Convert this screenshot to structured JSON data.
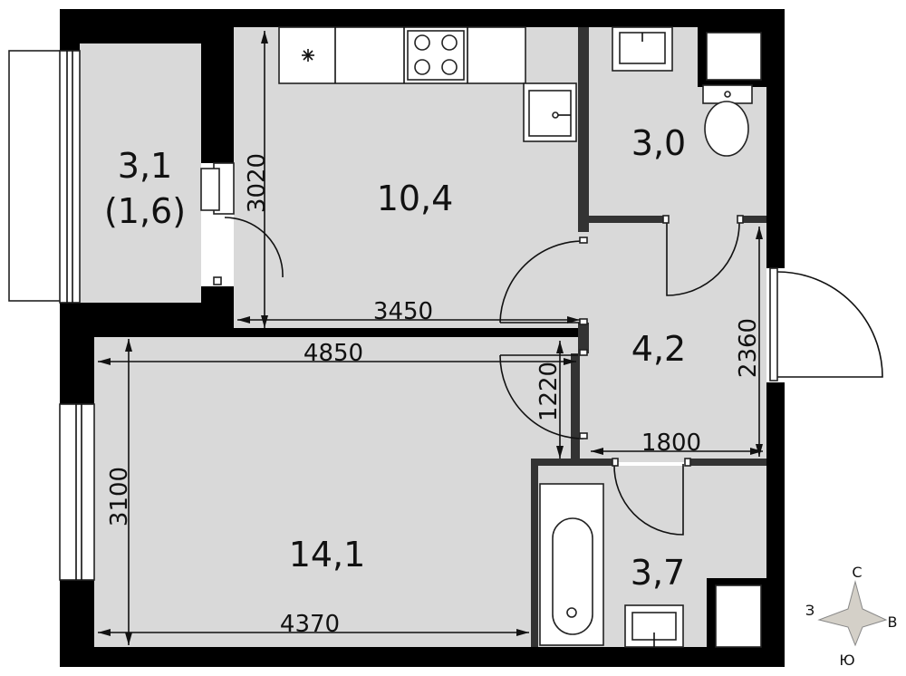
{
  "rooms": [
    {
      "id": "balcony",
      "area": "3,1",
      "sub": "(1,6)"
    },
    {
      "id": "kitchen",
      "area": "10,4"
    },
    {
      "id": "toilet",
      "area": "3,0"
    },
    {
      "id": "hall",
      "area": "4,2"
    },
    {
      "id": "living",
      "area": "14,1"
    },
    {
      "id": "bath",
      "area": "3,7"
    }
  ],
  "dimensions": {
    "d3020": "3020",
    "d3450": "3450",
    "d4850": "4850",
    "d3100": "3100",
    "d4370": "4370",
    "d1220": "1220",
    "d1800": "1800",
    "d2360": "2360"
  },
  "compass": {
    "north": "С",
    "south": "Ю",
    "west": "З",
    "east": "В"
  },
  "icons": {
    "stove": "stove-icon",
    "fan": "fan-icon",
    "sink": "sink-icon",
    "toilet": "toilet-icon",
    "bathtub": "bathtub-icon"
  },
  "colors": {
    "floor": "#d9d9d9",
    "wall": "#000000"
  }
}
